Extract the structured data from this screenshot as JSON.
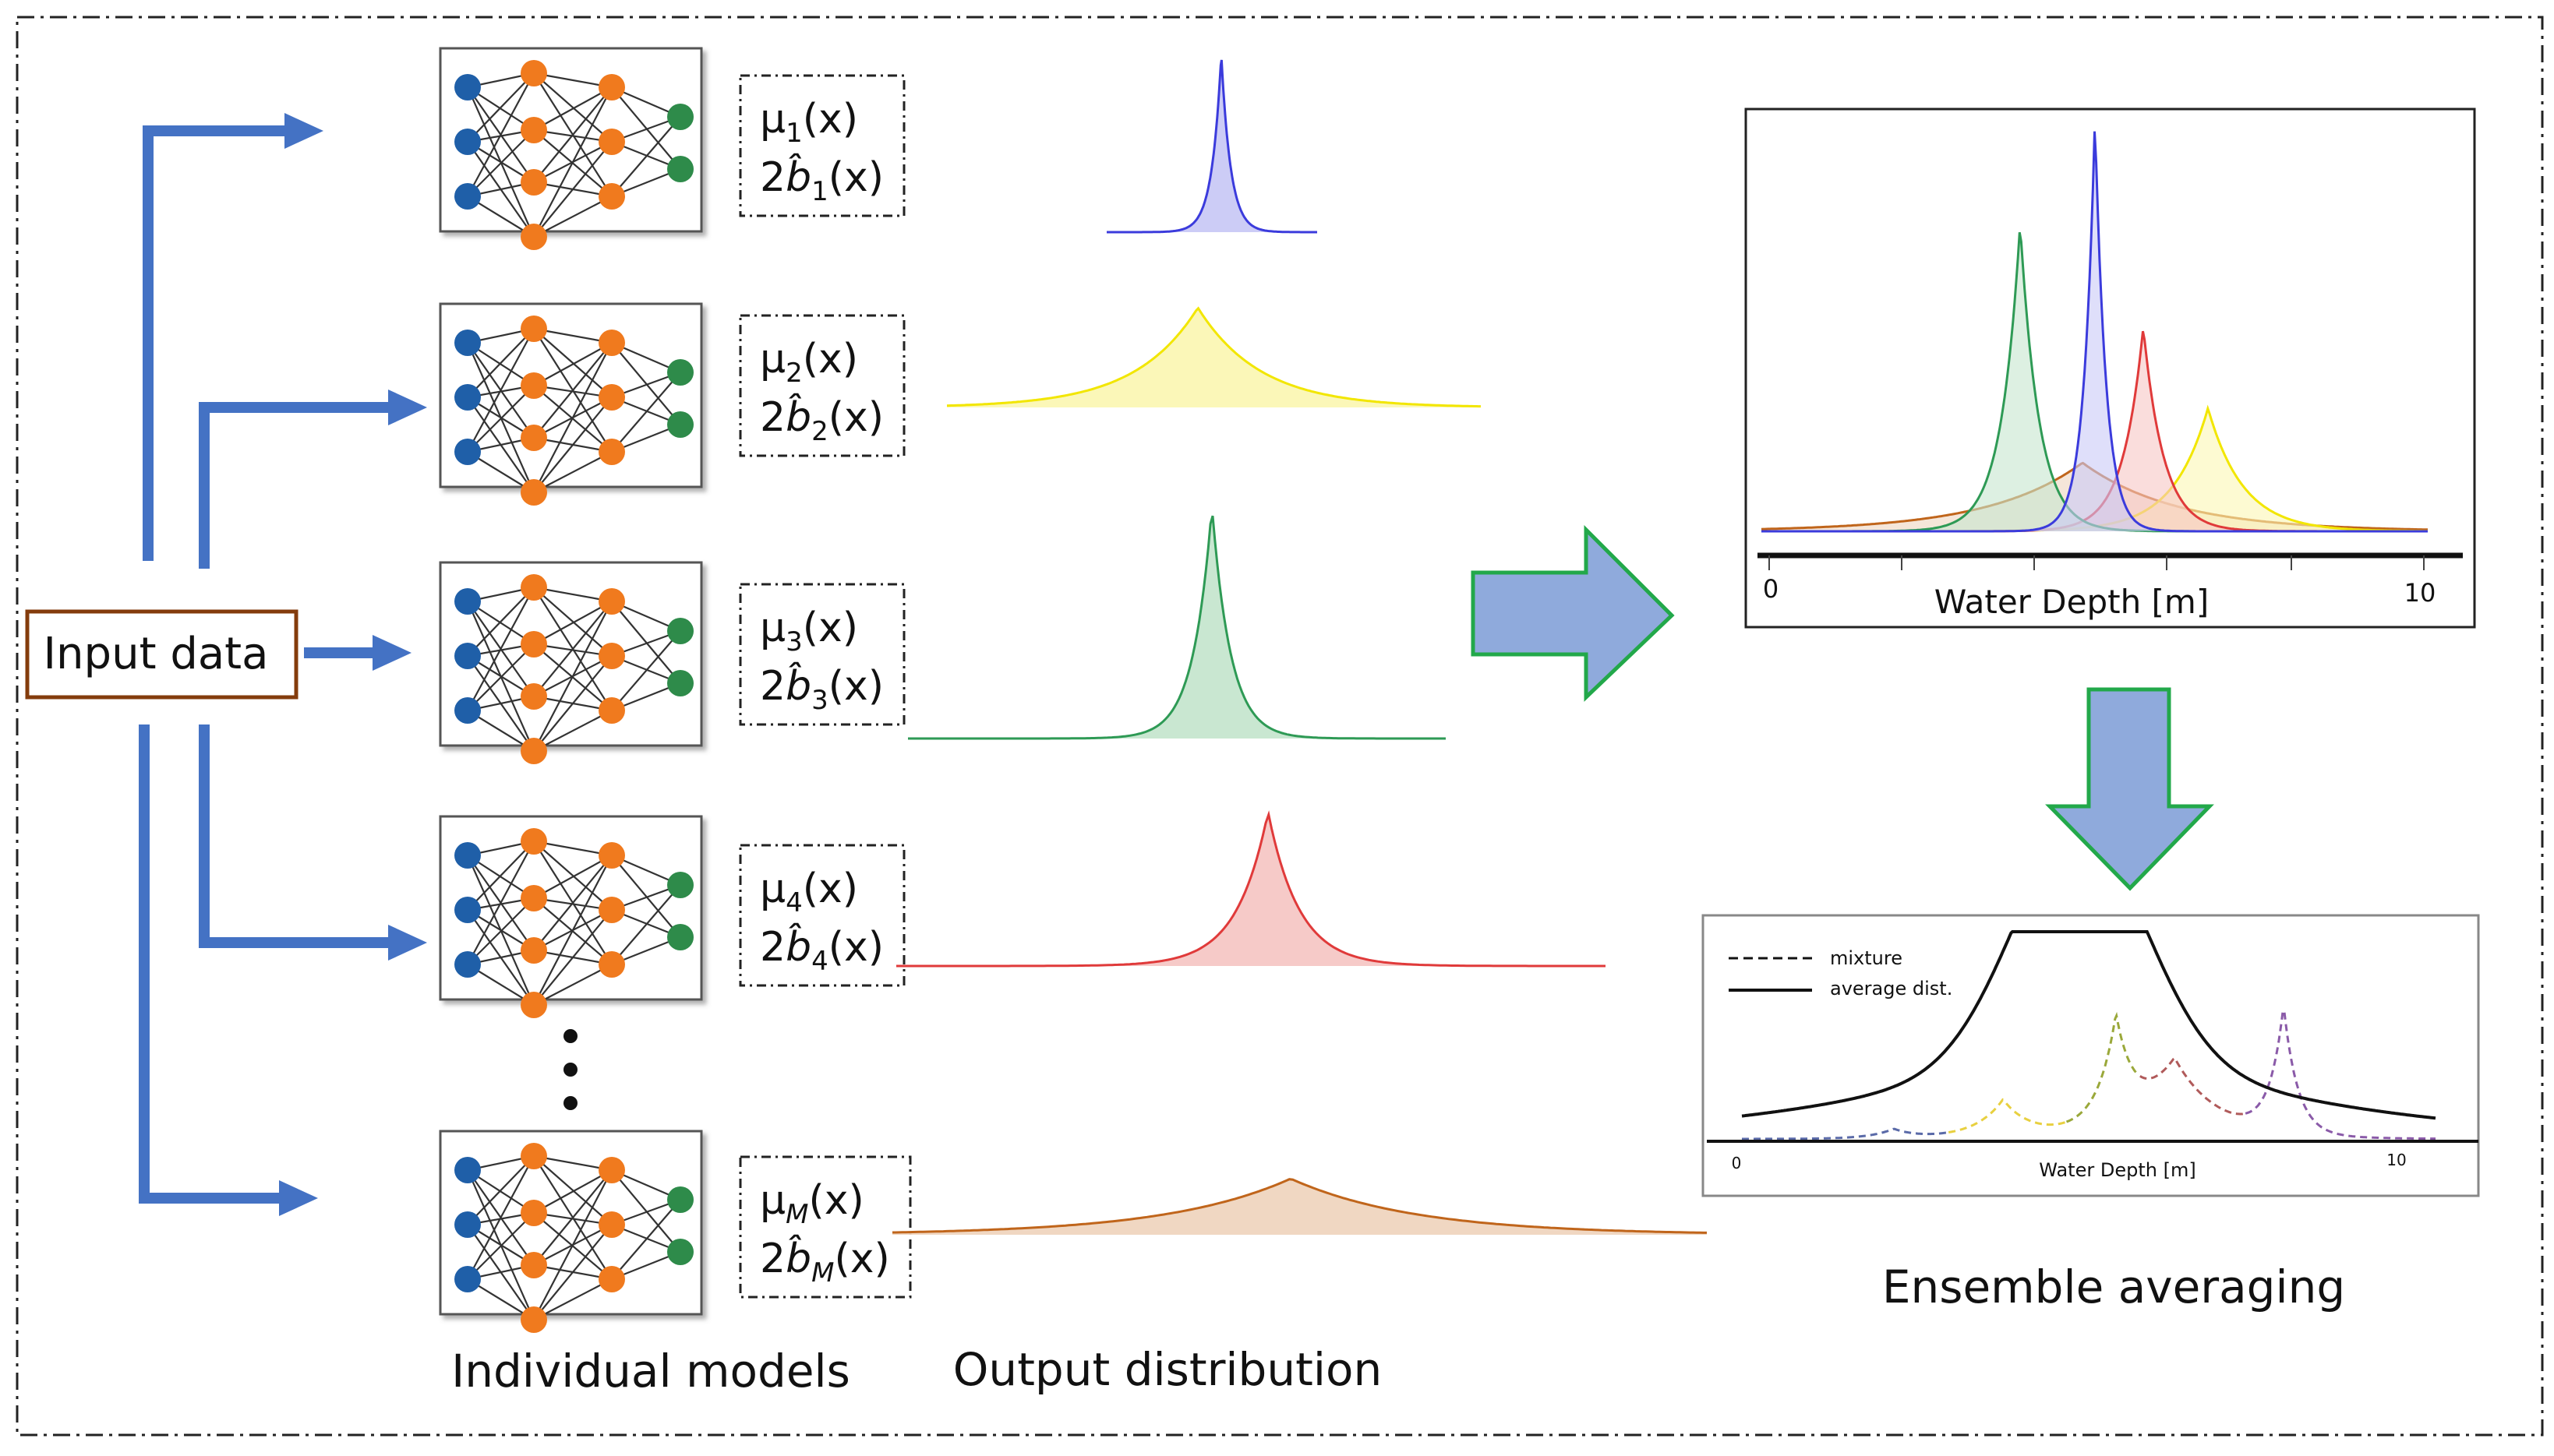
{
  "input": {
    "label": "Input data"
  },
  "models": [
    {
      "mu": "μ",
      "sub": "1",
      "suffix": "(x)",
      "b_prefix": "2",
      "b": "b̂",
      "b_sub": "1",
      "b_suffix": "(x)",
      "curve_color": "#3b3bdc",
      "fill_color": "#c9c9f6"
    },
    {
      "mu": "μ",
      "sub": "2",
      "suffix": "(x)",
      "b_prefix": "2",
      "b": "b̂",
      "b_sub": "2",
      "b_suffix": "(x)",
      "curve_color": "#f2e600",
      "fill_color": "#fbf7b4"
    },
    {
      "mu": "μ",
      "sub": "3",
      "suffix": "(x)",
      "b_prefix": "2",
      "b": "b̂",
      "b_sub": "3",
      "b_suffix": "(x)",
      "curve_color": "#2e9a55",
      "fill_color": "#c6e6cf"
    },
    {
      "mu": "μ",
      "sub": "4",
      "suffix": "(x)",
      "b_prefix": "2",
      "b": "b̂",
      "b_sub": "4",
      "b_suffix": "(x)",
      "curve_color": "#e03a3a",
      "fill_color": "#f6c7c5"
    },
    {
      "mu": "μ",
      "sub": "M",
      "suffix": "(x)",
      "b_prefix": "2",
      "b": "b̂",
      "b_sub": "M",
      "b_suffix": "(x)",
      "curve_color": "#c0651b",
      "fill_color": "#efd5bf"
    }
  ],
  "labels": {
    "individual_models": "Individual models",
    "output_distribution": "Output distribution",
    "ensemble_averaging": "Ensemble averaging"
  },
  "plot1": {
    "xlabel": "Water Depth [m]",
    "tick_min": "0",
    "tick_max": "10"
  },
  "plot2": {
    "xlabel": "Water Depth [m]",
    "tick_min": "0",
    "tick_max": "10",
    "legend": {
      "mixture": "mixture",
      "average": "average dist."
    }
  },
  "colors": {
    "arrow_blue": "#4472c4",
    "big_arrow_fill": "#8faadc",
    "big_arrow_stroke": "#22a84a",
    "input_border": "#843c0c",
    "nn_blue": "#1f5fa8",
    "nn_orange": "#f07a1e",
    "nn_green": "#2e8b4a"
  }
}
